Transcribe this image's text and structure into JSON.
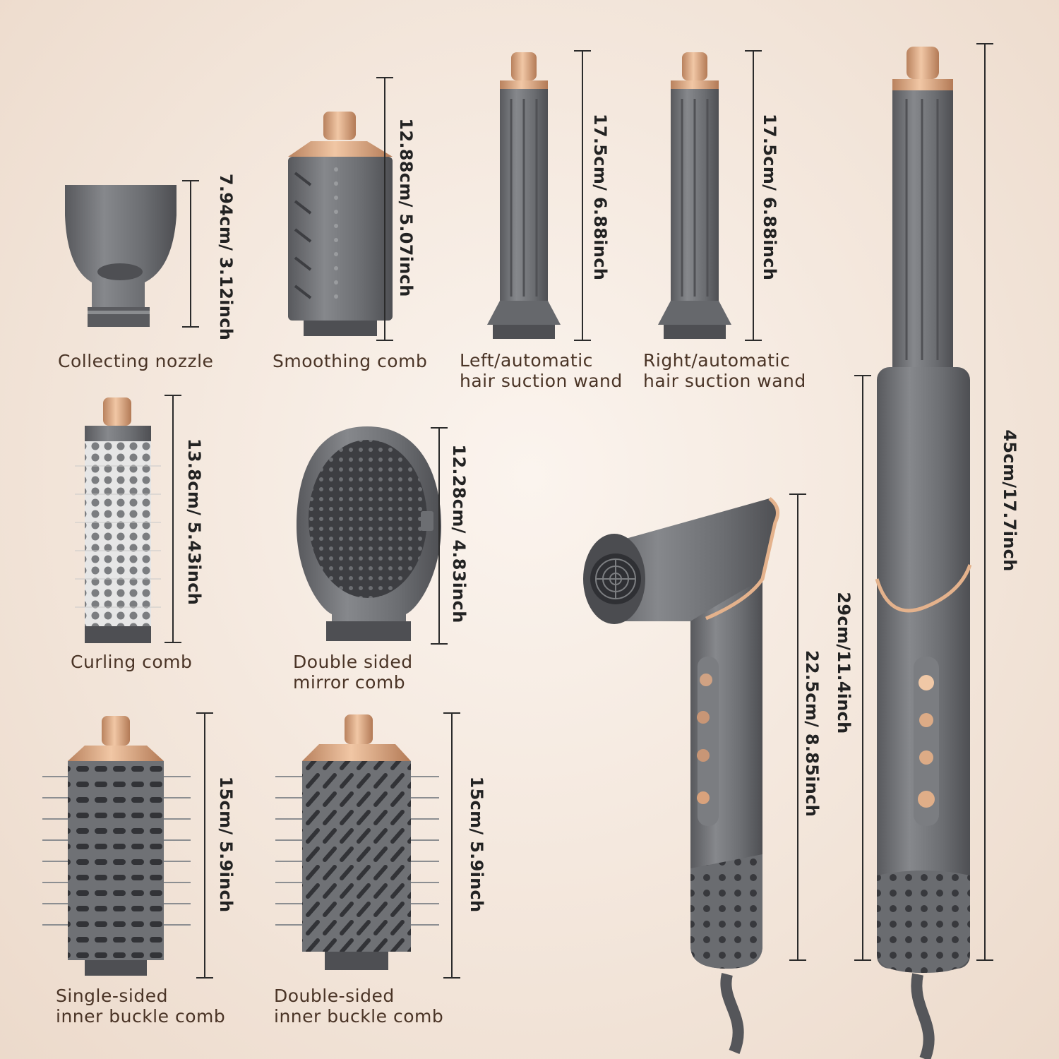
{
  "colors": {
    "body_gray": "#6f7175",
    "dark_gray": "#4c4e52",
    "rose_gold": "#d9a27c",
    "label_brown": "#4a3426",
    "dimension_line": "#2b2b2b"
  },
  "attachments": [
    {
      "id": "collecting-nozzle",
      "label": "Collecting nozzle",
      "dimension": "7.94cm/ 3.12inch"
    },
    {
      "id": "smoothing-comb",
      "label": "Smoothing comb",
      "dimension": "12.88cm/ 5.07inch"
    },
    {
      "id": "left-wand",
      "label_line1": "Left/automatic",
      "label_line2": "hair suction wand",
      "dimension": "17.5cm/ 6.88inch"
    },
    {
      "id": "right-wand",
      "label_line1": "Right/automatic",
      "label_line2": "hair suction wand",
      "dimension": "17.5cm/ 6.88inch"
    },
    {
      "id": "curling-comb",
      "label": "Curling comb",
      "dimension": "13.8cm/ 5.43inch"
    },
    {
      "id": "mirror-comb",
      "label_line1": "Double sided",
      "label_line2": "mirror comb",
      "dimension": "12.28cm/ 4.83inch"
    },
    {
      "id": "single-sided-comb",
      "label_line1": "Single-sided",
      "label_line2": "inner buckle comb",
      "dimension": "15cm/ 5.9inch"
    },
    {
      "id": "double-sided-comb",
      "label_line1": "Double-sided",
      "label_line2": "inner buckle comb",
      "dimension": "15cm/ 5.9inch"
    }
  ],
  "devices": {
    "dryer": {
      "dimension": "22.5cm/ 8.85inch"
    },
    "styler": {
      "handle_dimension": "29cm/11.4inch",
      "total_dimension": "45cm/17.7inch"
    }
  }
}
